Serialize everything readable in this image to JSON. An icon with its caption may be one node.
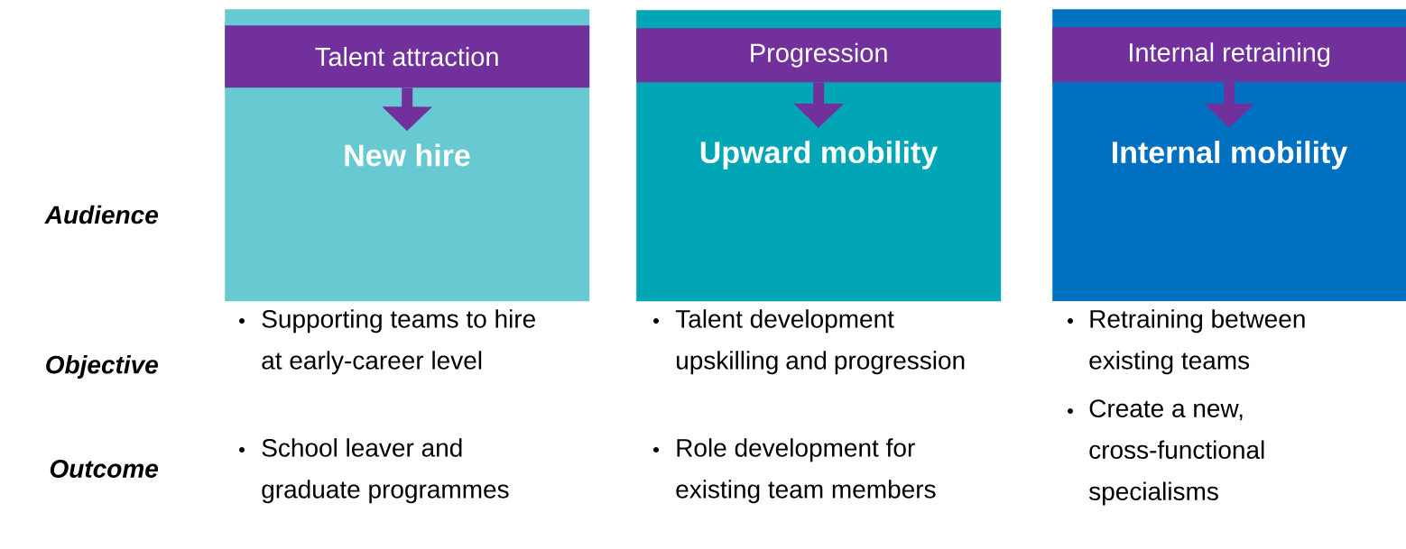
{
  "diagram": {
    "nodes": [
      {
        "text": [],
        "shape": "box"
      },
      {
        "text": [
          "Talent attraction"
        ],
        "in": 0
      },
      {
        "text": [
          "New hire"
        ],
        "in": 0
      },
      {
        "text": [],
        "shape": "box"
      },
      {
        "text": [
          "Progression"
        ],
        "in": 3
      },
      {
        "text": [
          "Upward mobility"
        ],
        "in": 3
      },
      {
        "text": [],
        "shape": "box"
      },
      {
        "text": [
          "Internal retraining"
        ],
        "in": 6
      },
      {
        "text": [
          "Internal mobility"
        ],
        "in": 6
      }
    ],
    "edges": [
      {
        "from": 1,
        "to": 2,
        "arrow": "to"
      },
      {
        "from": 4,
        "to": 5,
        "arrow": "to"
      },
      {
        "from": 7,
        "to": 8,
        "arrow": "to"
      }
    ],
    "labels": [
      "Audience",
      "Objective",
      "Outcome",
      "Supporting teams to hire at early-career level",
      "School leaver and graduate programmes",
      "Talent development upskilling and progression",
      "Role development for existing team members",
      "Retraining between existing teams",
      "Create a new, cross-functional specialisms"
    ]
  }
}
